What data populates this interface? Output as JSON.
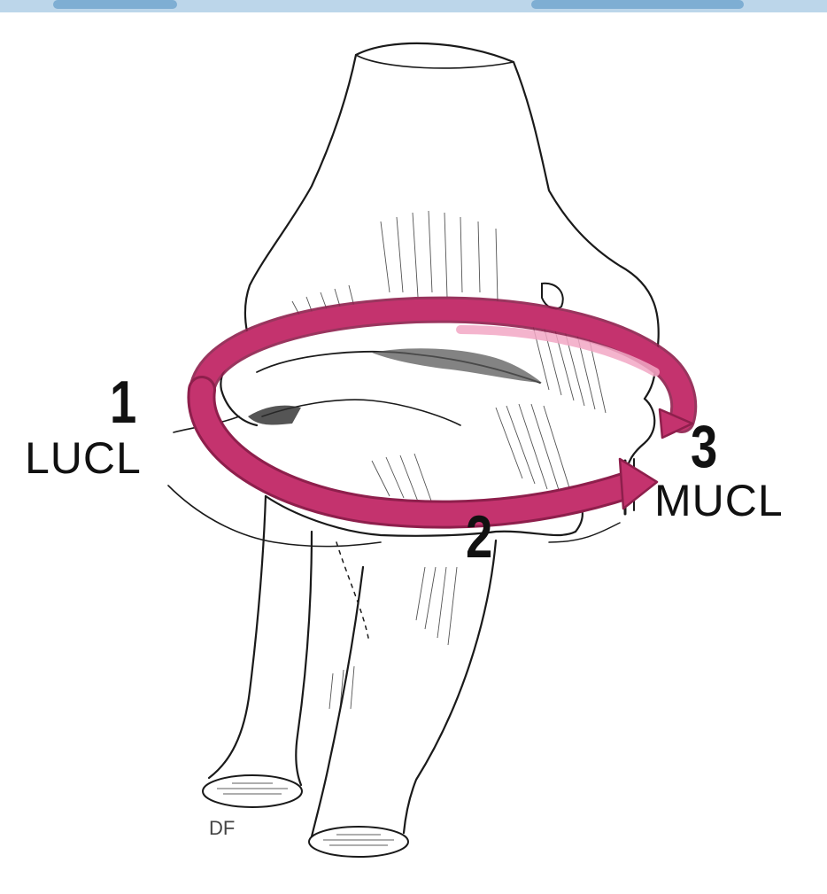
{
  "labels": {
    "step_1": "1",
    "step_1_name": "LUCL",
    "step_2": "2",
    "step_3": "3",
    "step_3_name": "MUCL",
    "artist_initials": "DF"
  },
  "colors": {
    "arrow_fill": "#c4336e",
    "arrow_edge": "#8e1f4c",
    "arrow_highlight": "#f2a7c4",
    "line_art": "#1a1a1a",
    "top_band": "#bcd6ea",
    "top_band_accent": "#7eaed3"
  },
  "icons": {
    "arrow": "circular-arrow-icon",
    "bone": "elbow-joint-illustration"
  }
}
